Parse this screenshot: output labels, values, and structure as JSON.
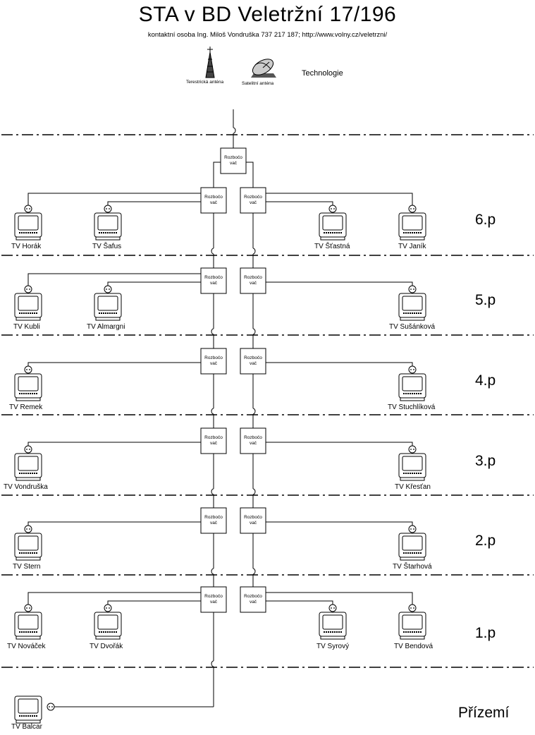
{
  "header": {
    "title": "STA v BD Veletržní 17/196",
    "subtitle": "kontaktní osoba Ing. Miloš Vondruška 737 217 187; http://www.volny.cz/veletrzni/"
  },
  "technology": {
    "label": "Technologie",
    "terrestrial_antenna": "Terestrická anténa",
    "satellite_antenna": "Satelitní anténa"
  },
  "splitter_label": "Rozbočo vač",
  "floors": [
    {
      "name": "6.p",
      "tvs": [
        "TV Horák",
        "TV Šafus",
        "TV Šťastná",
        "TV Janík"
      ]
    },
    {
      "name": "5.p",
      "tvs": [
        "TV Kubli",
        "TV Almargni",
        "TV Sušánková"
      ]
    },
    {
      "name": "4.p",
      "tvs": [
        "TV Remek",
        "TV Stuchlíková"
      ]
    },
    {
      "name": "3.p",
      "tvs": [
        "TV Vondruška",
        "TV Křesťan"
      ]
    },
    {
      "name": "2.p",
      "tvs": [
        "TV Stern",
        "TV Štarhová"
      ]
    },
    {
      "name": "1.p",
      "tvs": [
        "TV Nováček",
        "TV Dvořák",
        "TV Syrový",
        "TV Bendová"
      ]
    },
    {
      "name": "Přízemí",
      "tvs": [
        "TV Balcar"
      ]
    }
  ]
}
